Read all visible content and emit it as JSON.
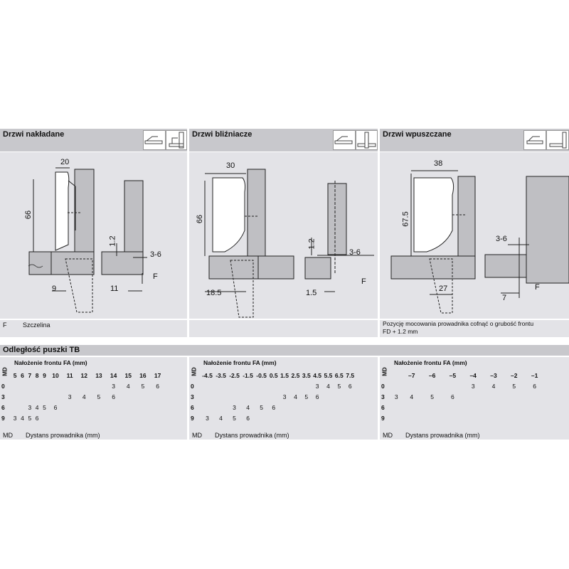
{
  "sections": {
    "overlay": {
      "title": "Drzwi nakładane",
      "dims": {
        "width_top": "20",
        "height": "66",
        "side_1_2": "1.2",
        "side_3_6": "3-6",
        "bottom_9": "9",
        "bottom_11": "11",
        "f": "F"
      },
      "note_key": "F",
      "note_text": "Szczelina"
    },
    "twin": {
      "title": "Drzwi bliźniacze",
      "dims": {
        "width_top": "30",
        "height": "66",
        "side_1_2": "1.2",
        "side_3_6": "3-6",
        "bottom_18_5": "18.5",
        "bottom_1_5": "1.5",
        "f": "F"
      }
    },
    "inset": {
      "title": "Drzwi wpuszczane",
      "dims": {
        "width_top": "38",
        "height": "67.5",
        "side_3_6": "3-6",
        "bottom_27": "27",
        "bottom_7": "7",
        "f": "F"
      },
      "note_text": "Pozycję mocowania prowadnika cofnąć o grubość frontu FD + 1.2 mm"
    }
  },
  "tb_section": {
    "title": "Odległość puszki TB",
    "md_label": "MD",
    "md_axis": "MD",
    "md_legend_key": "MD",
    "md_legend_text": "Dystans prowadnika (mm)",
    "fa_title": "Nałożenie frontu FA (mm)",
    "md_values": [
      "0",
      "3",
      "6",
      "9"
    ],
    "table1": {
      "cols": [
        "5",
        "6",
        "7",
        "8",
        "9",
        "10",
        "11",
        "12",
        "13",
        "14",
        "15",
        "16",
        "17"
      ],
      "rows": [
        [
          "",
          "",
          "",
          "",
          "",
          "",
          "",
          "",
          "",
          "3",
          "4",
          "5",
          "6"
        ],
        [
          "",
          "",
          "",
          "",
          "",
          "",
          "3",
          "4",
          "5",
          "6",
          "",
          "",
          ""
        ],
        [
          "",
          "",
          "3",
          "4",
          "5",
          "6",
          "",
          "",
          "",
          "",
          "",
          "",
          ""
        ],
        [
          "3",
          "4",
          "5",
          "6",
          "",
          "",
          "",
          "",
          "",
          "",
          "",
          "",
          ""
        ]
      ]
    },
    "table2": {
      "cols": [
        "-4.5",
        "-3.5",
        "-2.5",
        "-1.5",
        "-0.5",
        "0.5",
        "1.5",
        "2.5",
        "3.5",
        "4.5",
        "5.5",
        "6.5",
        "7.5"
      ],
      "rows": [
        [
          "",
          "",
          "",
          "",
          "",
          "",
          "",
          "",
          "",
          "3",
          "4",
          "5",
          "6"
        ],
        [
          "",
          "",
          "",
          "",
          "",
          "",
          "3",
          "4",
          "5",
          "6",
          "",
          "",
          ""
        ],
        [
          "",
          "",
          "3",
          "4",
          "5",
          "6",
          "",
          "",
          "",
          "",
          "",
          "",
          ""
        ],
        [
          "3",
          "4",
          "5",
          "6",
          "",
          "",
          "",
          "",
          "",
          "",
          "",
          "",
          ""
        ]
      ]
    },
    "table3": {
      "cols": [
        "",
        "",
        "",
        "",
        "",
        "",
        "",
        "",
        "–7",
        "–6",
        "–5",
        "–4",
        "–3",
        "–2",
        "–1"
      ],
      "rows": [
        [
          "",
          "",
          "",
          "",
          "",
          "",
          "",
          "",
          "",
          "",
          "",
          "3",
          "4",
          "5",
          "6"
        ],
        [
          "",
          "",
          "",
          "",
          "",
          "",
          "",
          "3",
          "4",
          "5",
          "6",
          "",
          "",
          "",
          ""
        ],
        [
          "",
          "",
          "",
          "",
          "",
          "",
          "",
          "",
          "",
          "",
          "",
          "",
          "",
          "",
          ""
        ],
        [
          "",
          "",
          "",
          "",
          "",
          "",
          "",
          "",
          "",
          "",
          "",
          "",
          "",
          "",
          ""
        ]
      ]
    }
  }
}
